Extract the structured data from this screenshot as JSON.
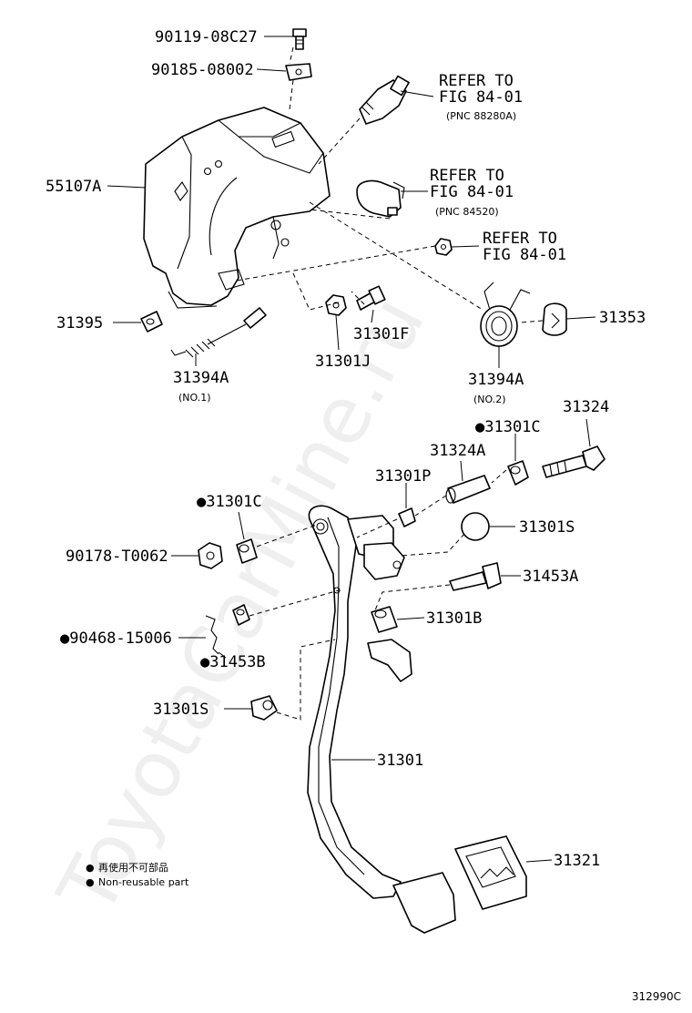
{
  "watermark": "ToyotaCarMine.ru",
  "figure_code": "312990C",
  "legend": {
    "bullet": "●",
    "lines": [
      "再使用不可部品",
      "Non-reusable part"
    ]
  },
  "labels": {
    "p90119": "90119-08C27",
    "p90185": "90185-08002",
    "p55107A": "55107A",
    "ref1_a": "REFER TO",
    "ref1_b": "FIG 84-01",
    "ref1_c": "(PNC 88280A)",
    "ref2_a": "REFER TO",
    "ref2_b": "FIG 84-01",
    "ref2_c": "(PNC 84520)",
    "ref3_a": "REFER TO",
    "ref3_b": "FIG 84-01",
    "p31395": "31395",
    "p31394A_1": "31394A",
    "p31394A_1_note": "(NO.1)",
    "p31301F": "31301F",
    "p31301J": "31301J",
    "p31394A_2": "31394A",
    "p31394A_2_note": "(NO.2)",
    "p31353": "31353",
    "p31324": "31324",
    "p31301C_top": "●31301C",
    "p31324A": "31324A",
    "p31301P": "31301P",
    "p31301C_left": "●31301C",
    "p90178": "90178-T0062",
    "p31301S_right": "31301S",
    "p31453A": "31453A",
    "p31301B": "31301B",
    "p90468": "●90468-15006",
    "p31453B": "●31453B",
    "p31301S_left": "31301S",
    "p31301": "31301",
    "p31321": "31321"
  }
}
